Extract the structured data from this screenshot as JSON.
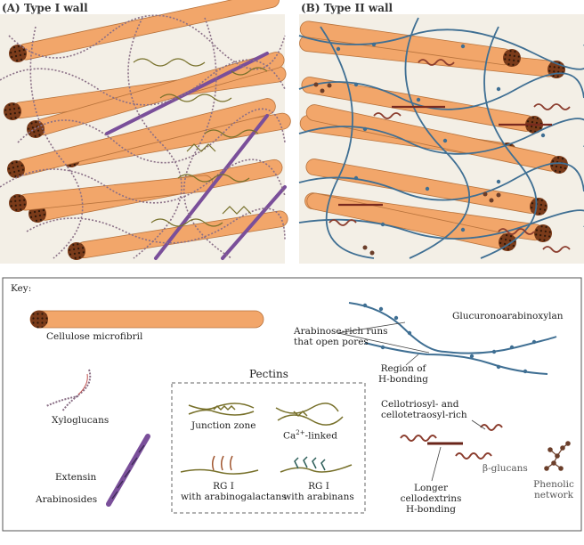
{
  "panels": {
    "a_title": "(A) Type I wall",
    "b_title": "(B) Type II wall"
  },
  "key": {
    "title": "Key:",
    "cellulose": "Cellulose microfibril",
    "xyloglucans": "Xyloglucans",
    "extensin": "Extensin",
    "arabinosides": "Arabinosides",
    "pectins_title": "Pectins",
    "junction_zone": "Junction zone",
    "ca_linked_base": "Ca",
    "ca_linked_sup": "2+",
    "ca_linked_tail": "-linked",
    "rg1_galact_line1": "RG I",
    "rg1_galact_line2": "with arabinogalactans",
    "rg1_arab_line1": "RG I",
    "rg1_arab_line2": "with arabinans",
    "gax_title": "Glucuronoarabinoxylan",
    "arabinose_line1": "Arabinose-rich runs",
    "arabinose_line2": "that open pores",
    "region_line1": "Region of",
    "region_line2": "H-bonding",
    "cellotriosyl_line1": "Cellotriosyl-  and",
    "cellotriosyl_line2": "cellotetraosyl-rich",
    "beta_glucans": "β-glucans",
    "longer_line1": "Longer",
    "longer_line2": "cellodextrins",
    "longer_line3": "H-bonding",
    "phenolic_line1": "Phenolic",
    "phenolic_line2": "network"
  },
  "colors": {
    "cellulose_fill": "#f2a66a",
    "cellulose_end": "#7a3b1a",
    "xyloglucan": "#8a6f86",
    "pectin": "#77702a",
    "extensin": "#7a4f9a",
    "gax": "#3f6f93",
    "beta_glucan": "#8b3d2e",
    "phenolic": "#6b3e2a",
    "panel_bg": "#f3efe6"
  }
}
